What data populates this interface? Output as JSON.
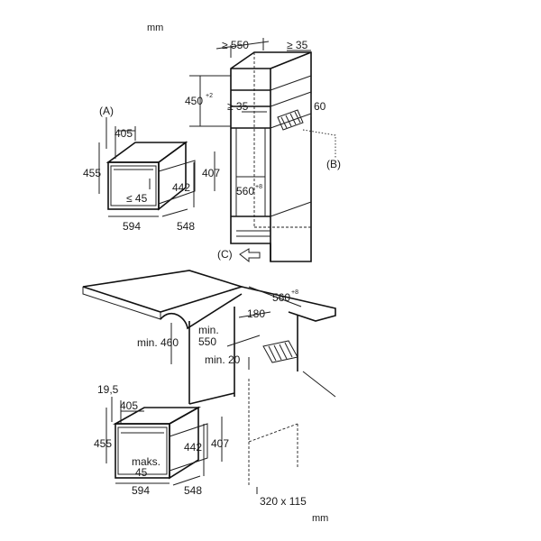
{
  "top": {
    "unit": "mm",
    "callouts": {
      "a": "(A)",
      "b": "(B)",
      "c": "(C)"
    },
    "oven": {
      "depth_top": "405",
      "height_outer": "455",
      "height_right": "407",
      "height_front": "442",
      "gap": "≤ 45",
      "width": "594",
      "depth": "548"
    },
    "cabinet": {
      "depth_min": "≥ 550",
      "side_gap": "≥ 35",
      "niche_height": "450",
      "niche_height_tol": "+2",
      "shelf_gap": "≥ 35",
      "vent": "60",
      "niche_width": "560",
      "niche_width_tol": "+8"
    }
  },
  "bottom": {
    "unit": "mm",
    "counter": {
      "width": "560",
      "width_tol": "+8",
      "depth": "180",
      "min_height": "min. 460",
      "min_depth_1": "min.",
      "min_depth_2": "550",
      "min_gap": "min. 20",
      "cutout": "320 x 115"
    },
    "oven": {
      "offset": "19,5",
      "depth_top": "405",
      "height_outer": "455",
      "height_front": "442",
      "height_right": "407",
      "gap_1": "maks.",
      "gap_2": "45",
      "width": "594",
      "depth": "548"
    }
  }
}
